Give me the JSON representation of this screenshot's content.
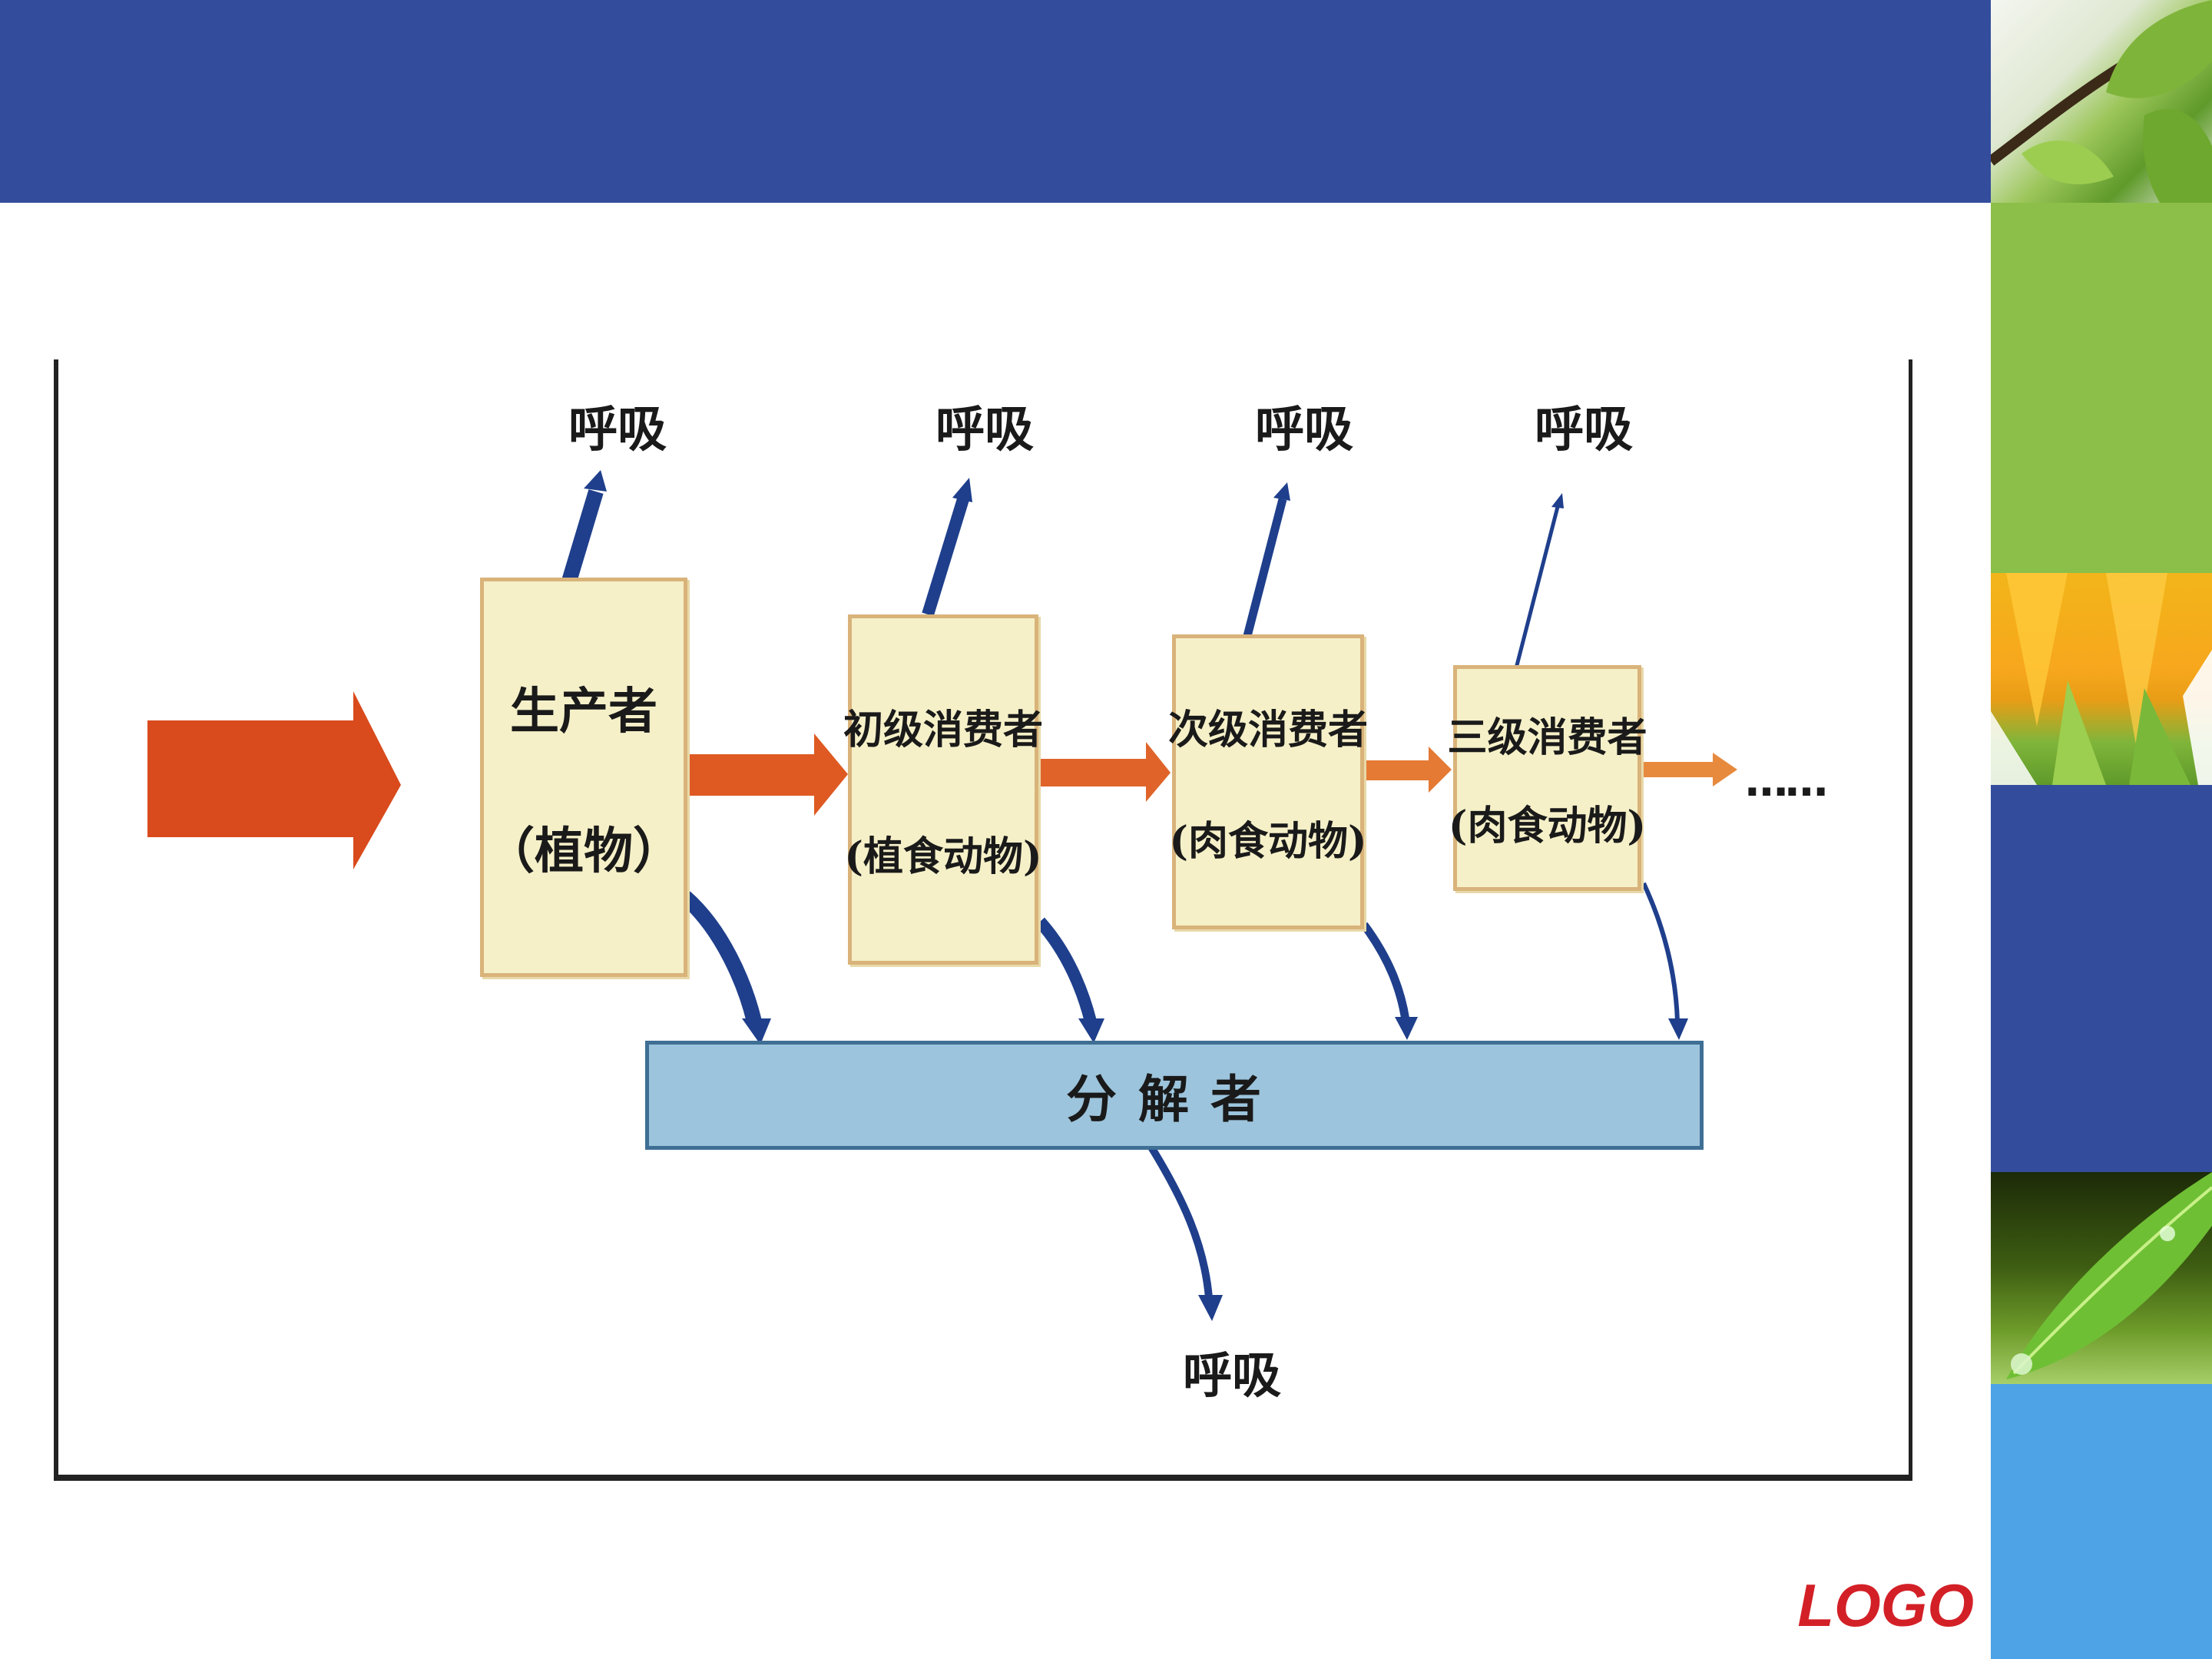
{
  "diagram": {
    "producer": {
      "line1": "生产者",
      "line2": "（植物）"
    },
    "primary": {
      "line1": "初级消费者",
      "line2": "(植食动物)"
    },
    "secondary": {
      "line1": "次级消费者",
      "line2": "(肉食动物)"
    },
    "tertiary": {
      "line1": "三级消费者",
      "line2": "(肉食动物)"
    },
    "decomposer": "分解者",
    "respiration": "呼吸",
    "continuation": "……"
  },
  "logo": "LOGO",
  "colors": {
    "header_blue": "#334c9c",
    "side_green": "#8cbf4a",
    "side_blue_dark": "#334c9c",
    "side_blue_light": "#4da3e6",
    "energy_arrow": "#d94a1c",
    "respiration_arrow": "#1f3f8c",
    "box_fill": "#f5f0c8",
    "decomposer_fill": "#9cc4dc",
    "logo_red": "#d32027"
  }
}
